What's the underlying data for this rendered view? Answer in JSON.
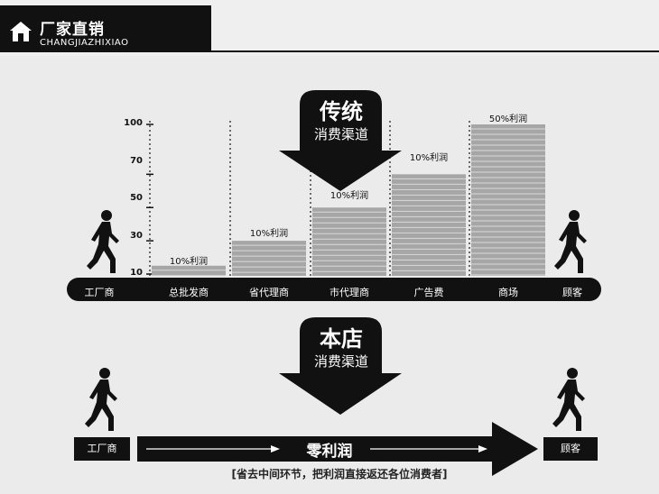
{
  "header": {
    "title": "厂家直销",
    "subtitle": "CHANGJIAZHIXIAO"
  },
  "traditional": {
    "arrow_title": "传统",
    "arrow_subtitle": "消费渠道",
    "yticks": [
      "100",
      "70",
      "50",
      "30",
      "10"
    ],
    "stages": [
      "工厂商",
      "总批发商",
      "省代理商",
      "市代理商",
      "广告费",
      "商场",
      "顾客"
    ]
  },
  "chart_data": {
    "type": "bar",
    "categories": [
      "总批发商",
      "省代理商",
      "市代理商",
      "广告费",
      "商场"
    ],
    "values": [
      15,
      30,
      50,
      70,
      100
    ],
    "data_labels": [
      "10%利润",
      "10%利润",
      "10%利润",
      "10%利润",
      "50%利润"
    ],
    "yticks": [
      10,
      30,
      50,
      70,
      100
    ],
    "ylim": [
      10,
      100
    ]
  },
  "direct": {
    "arrow_title": "本店",
    "arrow_subtitle": "消费渠道",
    "from_label": "工厂商",
    "arrow_label": "零利润",
    "to_label": "顾客",
    "note": "[省去中间环节，把利润直接返还各位消费者]"
  }
}
